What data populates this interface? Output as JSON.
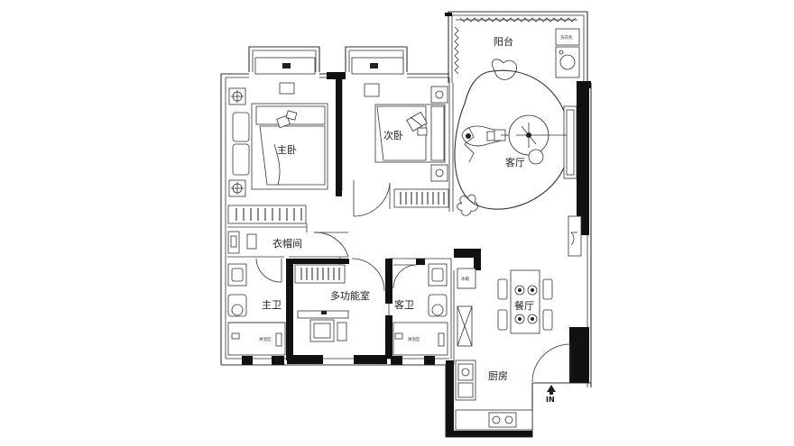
{
  "rooms": {
    "balcony": "阳台",
    "master_bedroom": "主卧",
    "second_bedroom": "次卧",
    "living_room": "客厅",
    "walk_in_closet": "衣帽间",
    "master_bathroom": "主卫",
    "multi_function_room": "多功能室",
    "guest_bathroom": "客卫",
    "dining_room": "餐厅",
    "kitchen": "厨房"
  },
  "annotations": {
    "washing_machine": "洗衣机",
    "master_shower_area": "淋浴区",
    "guest_shower_area": "淋浴区",
    "fridge": "冰箱"
  },
  "entrance_label": "IN",
  "colors": {
    "wall": "#111111",
    "line": "#333333",
    "background": "#ffffff"
  }
}
